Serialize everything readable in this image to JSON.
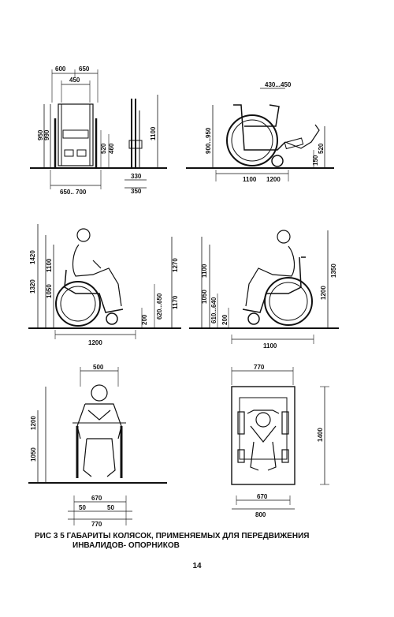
{
  "colors": {
    "ink": "#111111",
    "paper": "#ffffff"
  },
  "panels": {
    "p1": {
      "dims": [
        "600",
        "650",
        "450",
        "950",
        "990",
        "520",
        "460",
        "1100",
        "650.. 700",
        "330",
        "350"
      ]
    },
    "p2": {
      "dims": [
        "430...450",
        "900...950",
        "520",
        "150",
        "1100",
        "1200"
      ]
    },
    "p3": {
      "dims": [
        "1420",
        "1320",
        "1100",
        "1050",
        "1270",
        "1170",
        "620...650",
        "200",
        "1200"
      ]
    },
    "p4": {
      "dims": [
        "1100",
        "1350",
        "1050",
        "1200",
        "610...640",
        "200",
        "1100"
      ]
    },
    "p5": {
      "dims": [
        "500",
        "1050",
        "1200",
        "670",
        "50",
        "50",
        "770"
      ]
    },
    "p6": {
      "dims": [
        "770",
        "1400",
        "670",
        "800"
      ]
    }
  },
  "caption": {
    "line1": "РИС 3 5  ГАБАРИТЫ КОЛЯСОК, ПРИМЕНЯЕМЫХ ДЛЯ ПЕРЕДВИЖЕНИЯ",
    "line2": "ИНВАЛИДОВ- ОПОРНИКОВ"
  },
  "page_number": "14"
}
